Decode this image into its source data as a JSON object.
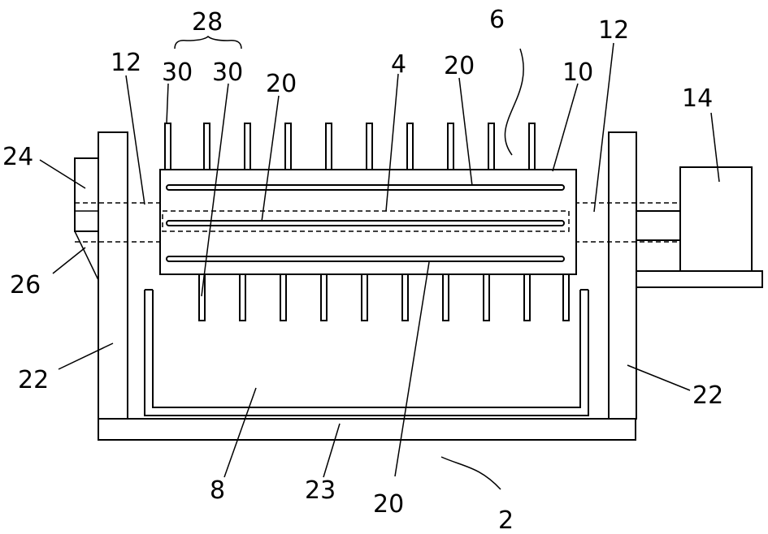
{
  "labels": {
    "l2": "2",
    "l4": "4",
    "l6": "6",
    "l8": "8",
    "l10": "10",
    "l12_left": "12",
    "l12_right": "12",
    "l14": "14",
    "l20_top_left": "20",
    "l20_top_right": "20",
    "l20_bottom": "20",
    "l22_left": "22",
    "l22_right": "22",
    "l23": "23",
    "l24": "24",
    "l26": "26",
    "l28": "28",
    "l30_a": "30",
    "l30_b": "30"
  }
}
